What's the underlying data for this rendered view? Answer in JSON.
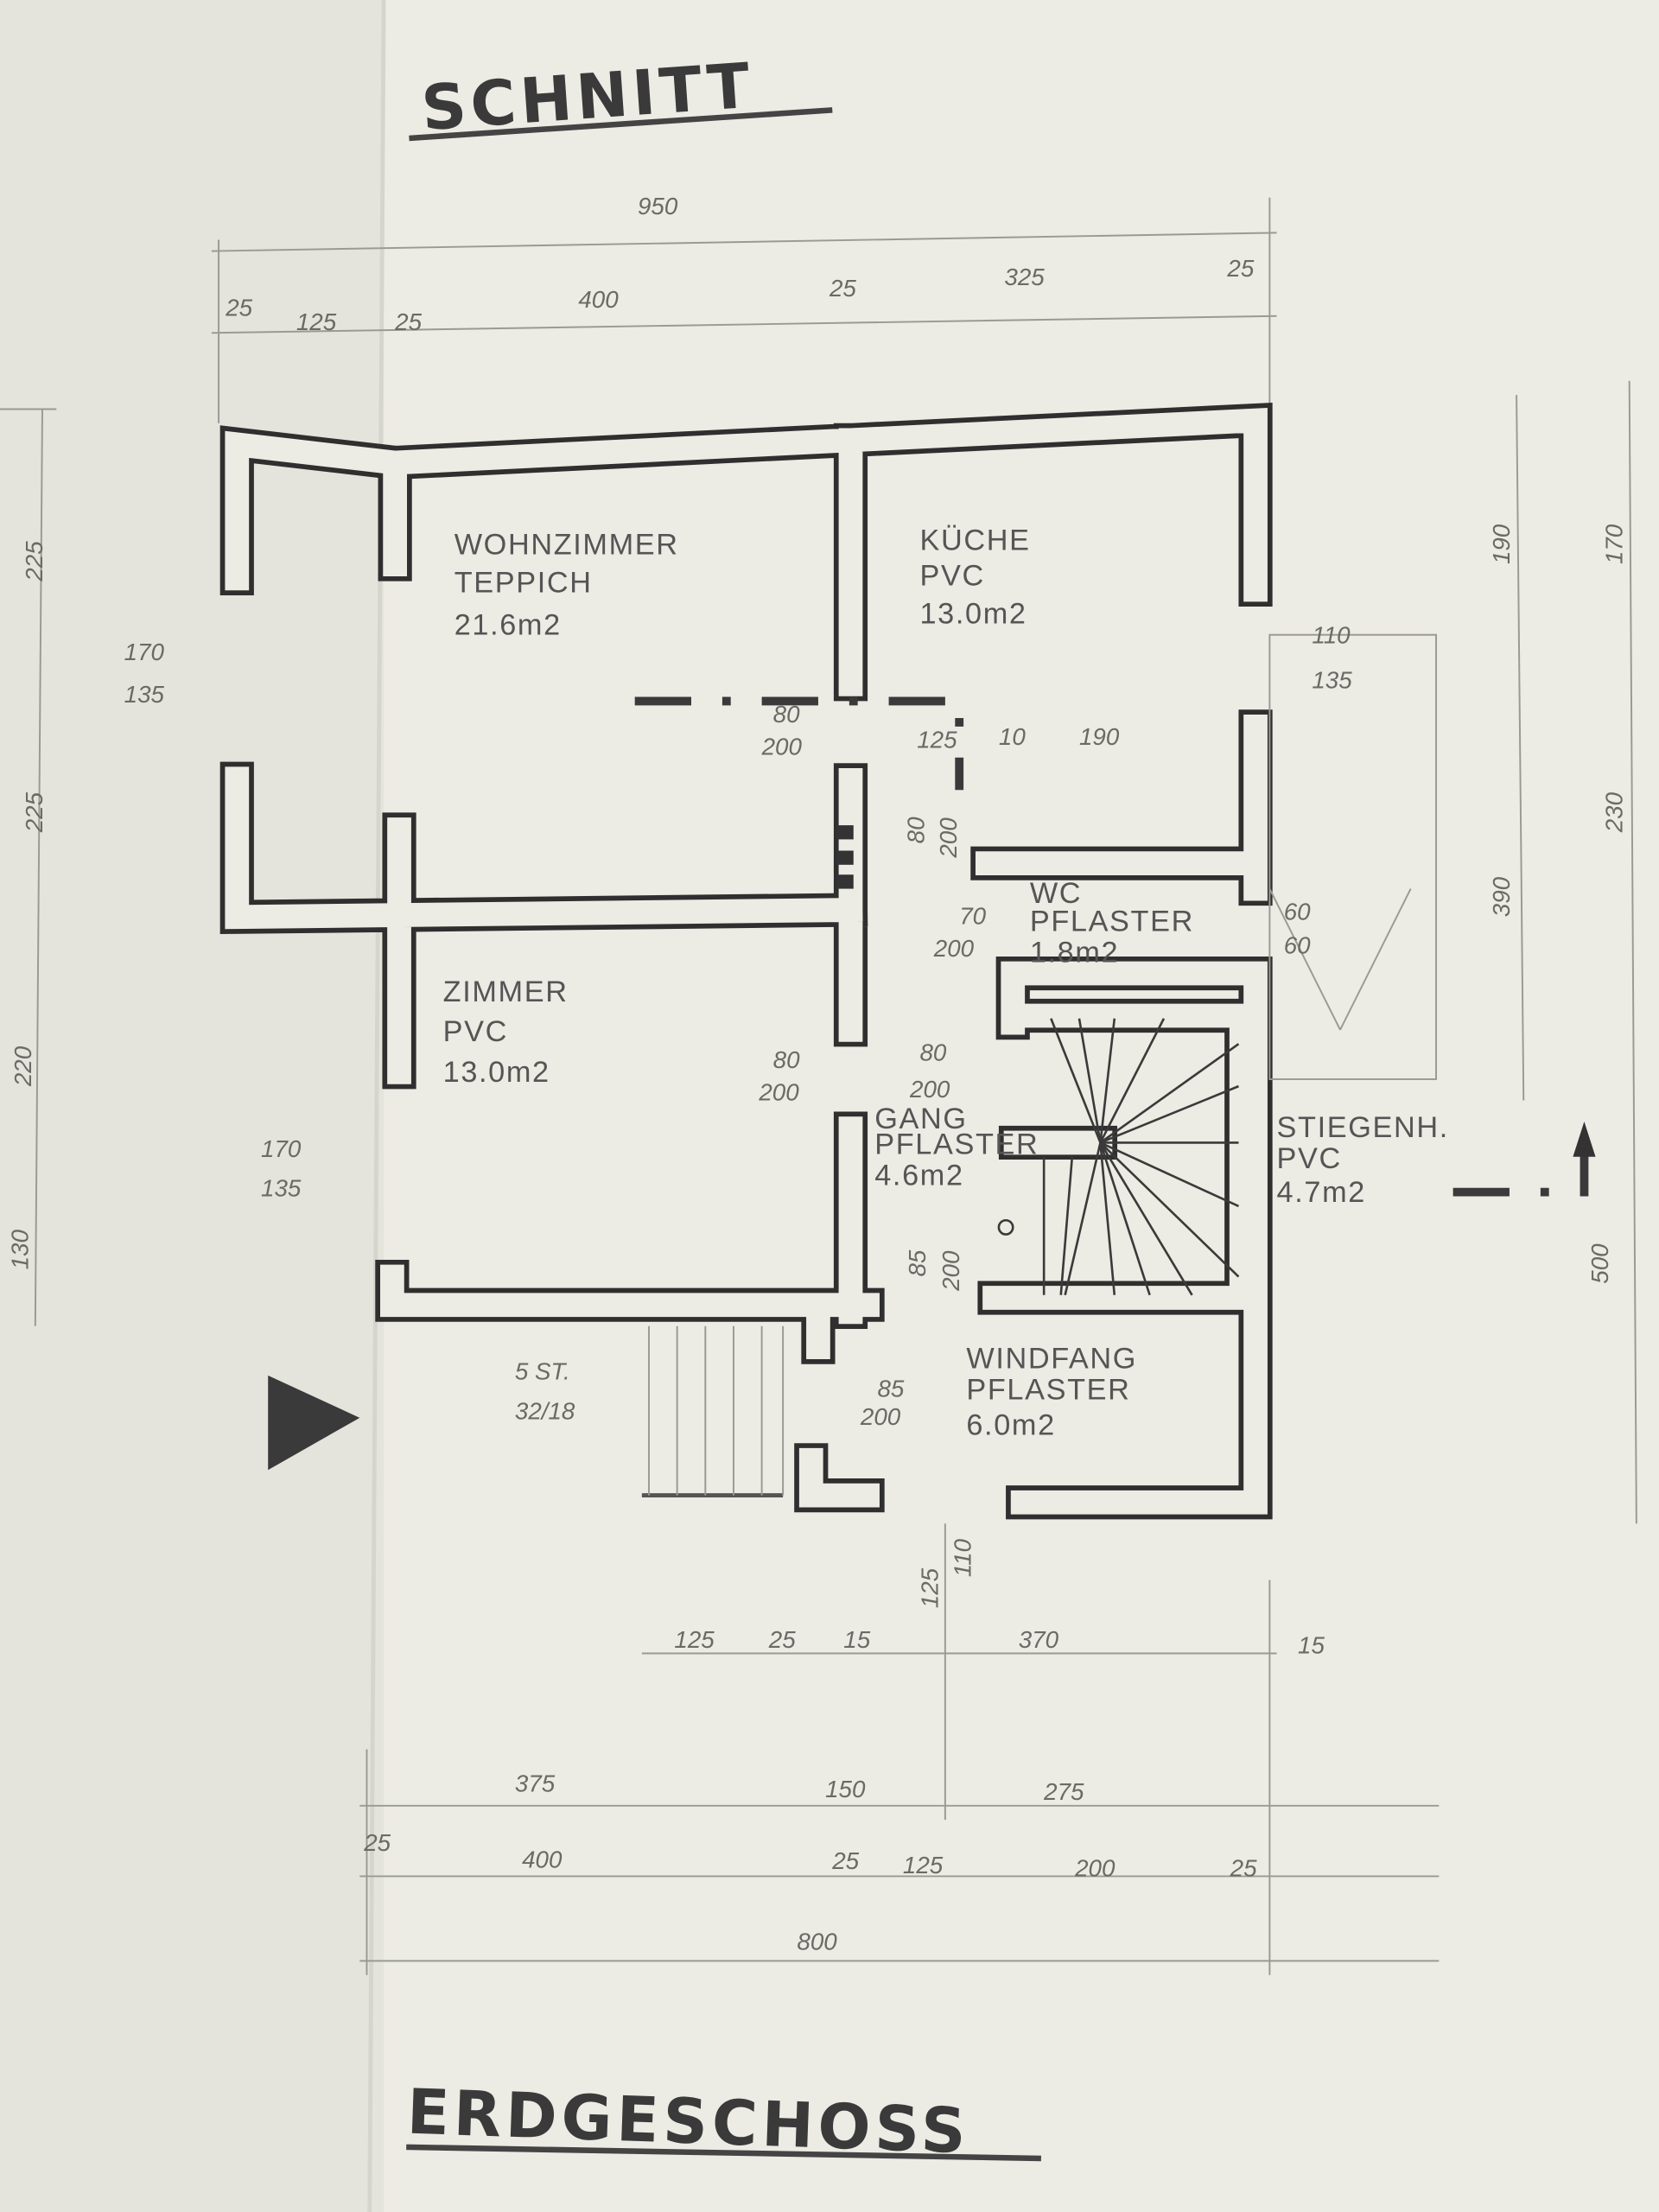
{
  "titles": {
    "section": "SCHNITT",
    "floor": "ERDGESCHOSS"
  },
  "rooms": [
    {
      "name": "WOHNZIMMER",
      "floor": "TEPPICH",
      "area": "21.6m2"
    },
    {
      "name": "KÜCHE",
      "floor": "PVC",
      "area": "13.0m2"
    },
    {
      "name": "WC",
      "floor": "PFLASTER",
      "area": "1.8m2"
    },
    {
      "name": "ZIMMER",
      "floor": "PVC",
      "area": "13.0m2"
    },
    {
      "name": "GANG",
      "floor": "PFLASTER",
      "area": "4.6m2"
    },
    {
      "name": "STIEGENH.",
      "floor": "PVC",
      "area": "4.7m2"
    },
    {
      "name": "WINDFANG",
      "floor": "PFLASTER",
      "area": "6.0m2"
    }
  ],
  "stairs": {
    "steps": "5 ST.",
    "ratio": "32/18"
  },
  "dims": {
    "top": [
      "950",
      "25",
      "125",
      "25",
      "400",
      "25",
      "325",
      "25"
    ],
    "bottom1": [
      "125",
      "25",
      "15",
      "370",
      "15"
    ],
    "bottom2": [
      "375",
      "150",
      "275"
    ],
    "bottom3": [
      "25",
      "400",
      "25",
      "125",
      "200",
      "25"
    ],
    "bottom_total": "800",
    "entry": [
      "125",
      "110"
    ],
    "left": [
      "225",
      "225",
      "220",
      "130"
    ],
    "windows": [
      "170",
      "135",
      "170",
      "135"
    ],
    "right": [
      "190",
      "170",
      "230",
      "390",
      "500"
    ],
    "terrace": [
      "110",
      "135"
    ],
    "openings": [
      "80",
      "200",
      "125",
      "10",
      "190",
      "80",
      "200",
      "70",
      "200",
      "60",
      "60",
      "80",
      "200",
      "80",
      "200",
      "85",
      "200",
      "85",
      "200"
    ]
  }
}
